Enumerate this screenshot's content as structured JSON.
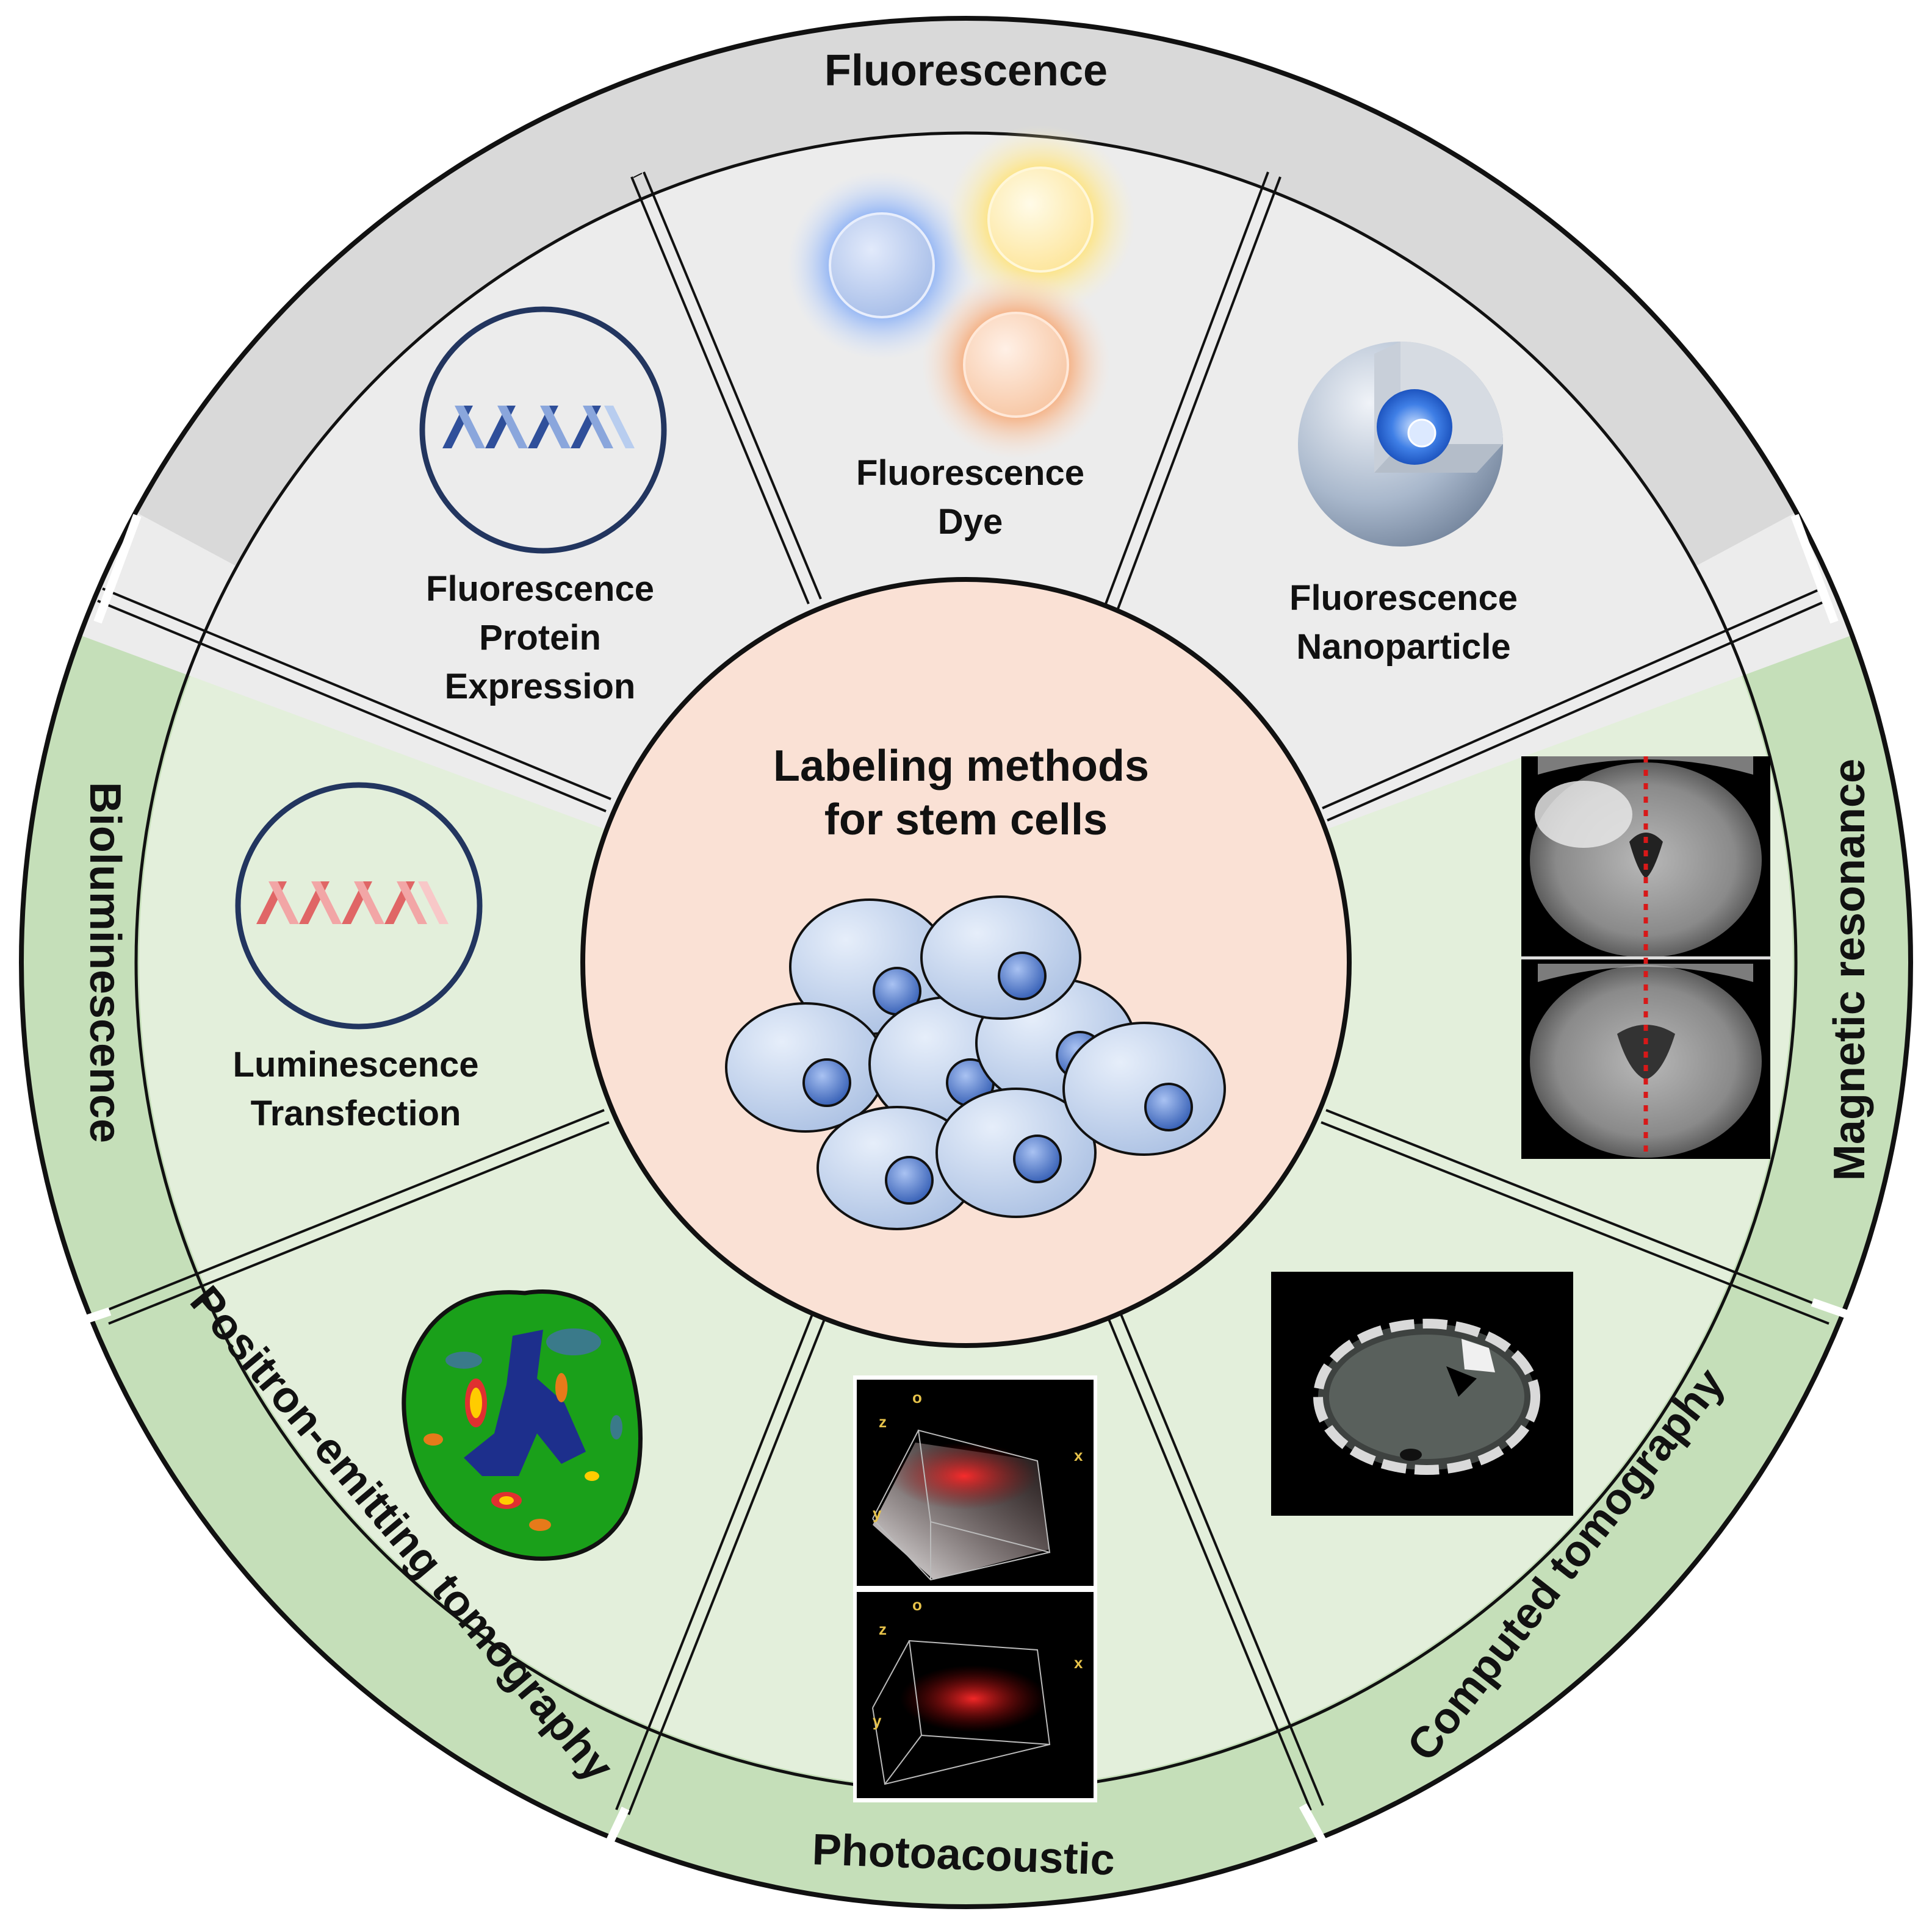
{
  "center": {
    "title_line1": "Labeling methods",
    "title_line2": "for stem cells"
  },
  "groups": {
    "fluorescence": "Fluorescence",
    "bioluminescence": "Bioluminescence",
    "magnetic_resonance": "Magnetic resonance",
    "computed_tomography": "Computed tomography",
    "photoacoustic": "Photoacoustic",
    "pet": "Positron-emitting tomography"
  },
  "segments": {
    "protein": [
      "Fluorescence",
      "Protein",
      "Expression"
    ],
    "dye": [
      "Fluorescence",
      "Dye"
    ],
    "nanoparticle": [
      "Fluorescence",
      "Nanoparticle"
    ],
    "luminescence": [
      "Luminescence",
      "Transfection"
    ]
  },
  "photoacoustic_axes": {
    "z": "z",
    "o": "o",
    "x": "x",
    "y": "y"
  },
  "colors": {
    "fluorescence_ring": "#d9d9d9",
    "fluorescence_segment": "#ececec",
    "green_ring": "#c5dfb9",
    "green_segment": "#e3efdb",
    "center": "#fae1d5",
    "outline": "#111111",
    "dna_blue": "#2f4f9a",
    "dna_red": "#e06666",
    "cell_fill": "#c6d6ee",
    "nucleus": "#4f74c0"
  },
  "icons": {
    "dna_blue": "dna-helix-icon",
    "dna_red": "dna-helix-icon",
    "dye": "glowing-spheres-icon",
    "nanoparticle": "core-shell-sphere-icon",
    "cells": "stem-cell-cluster-icon"
  }
}
